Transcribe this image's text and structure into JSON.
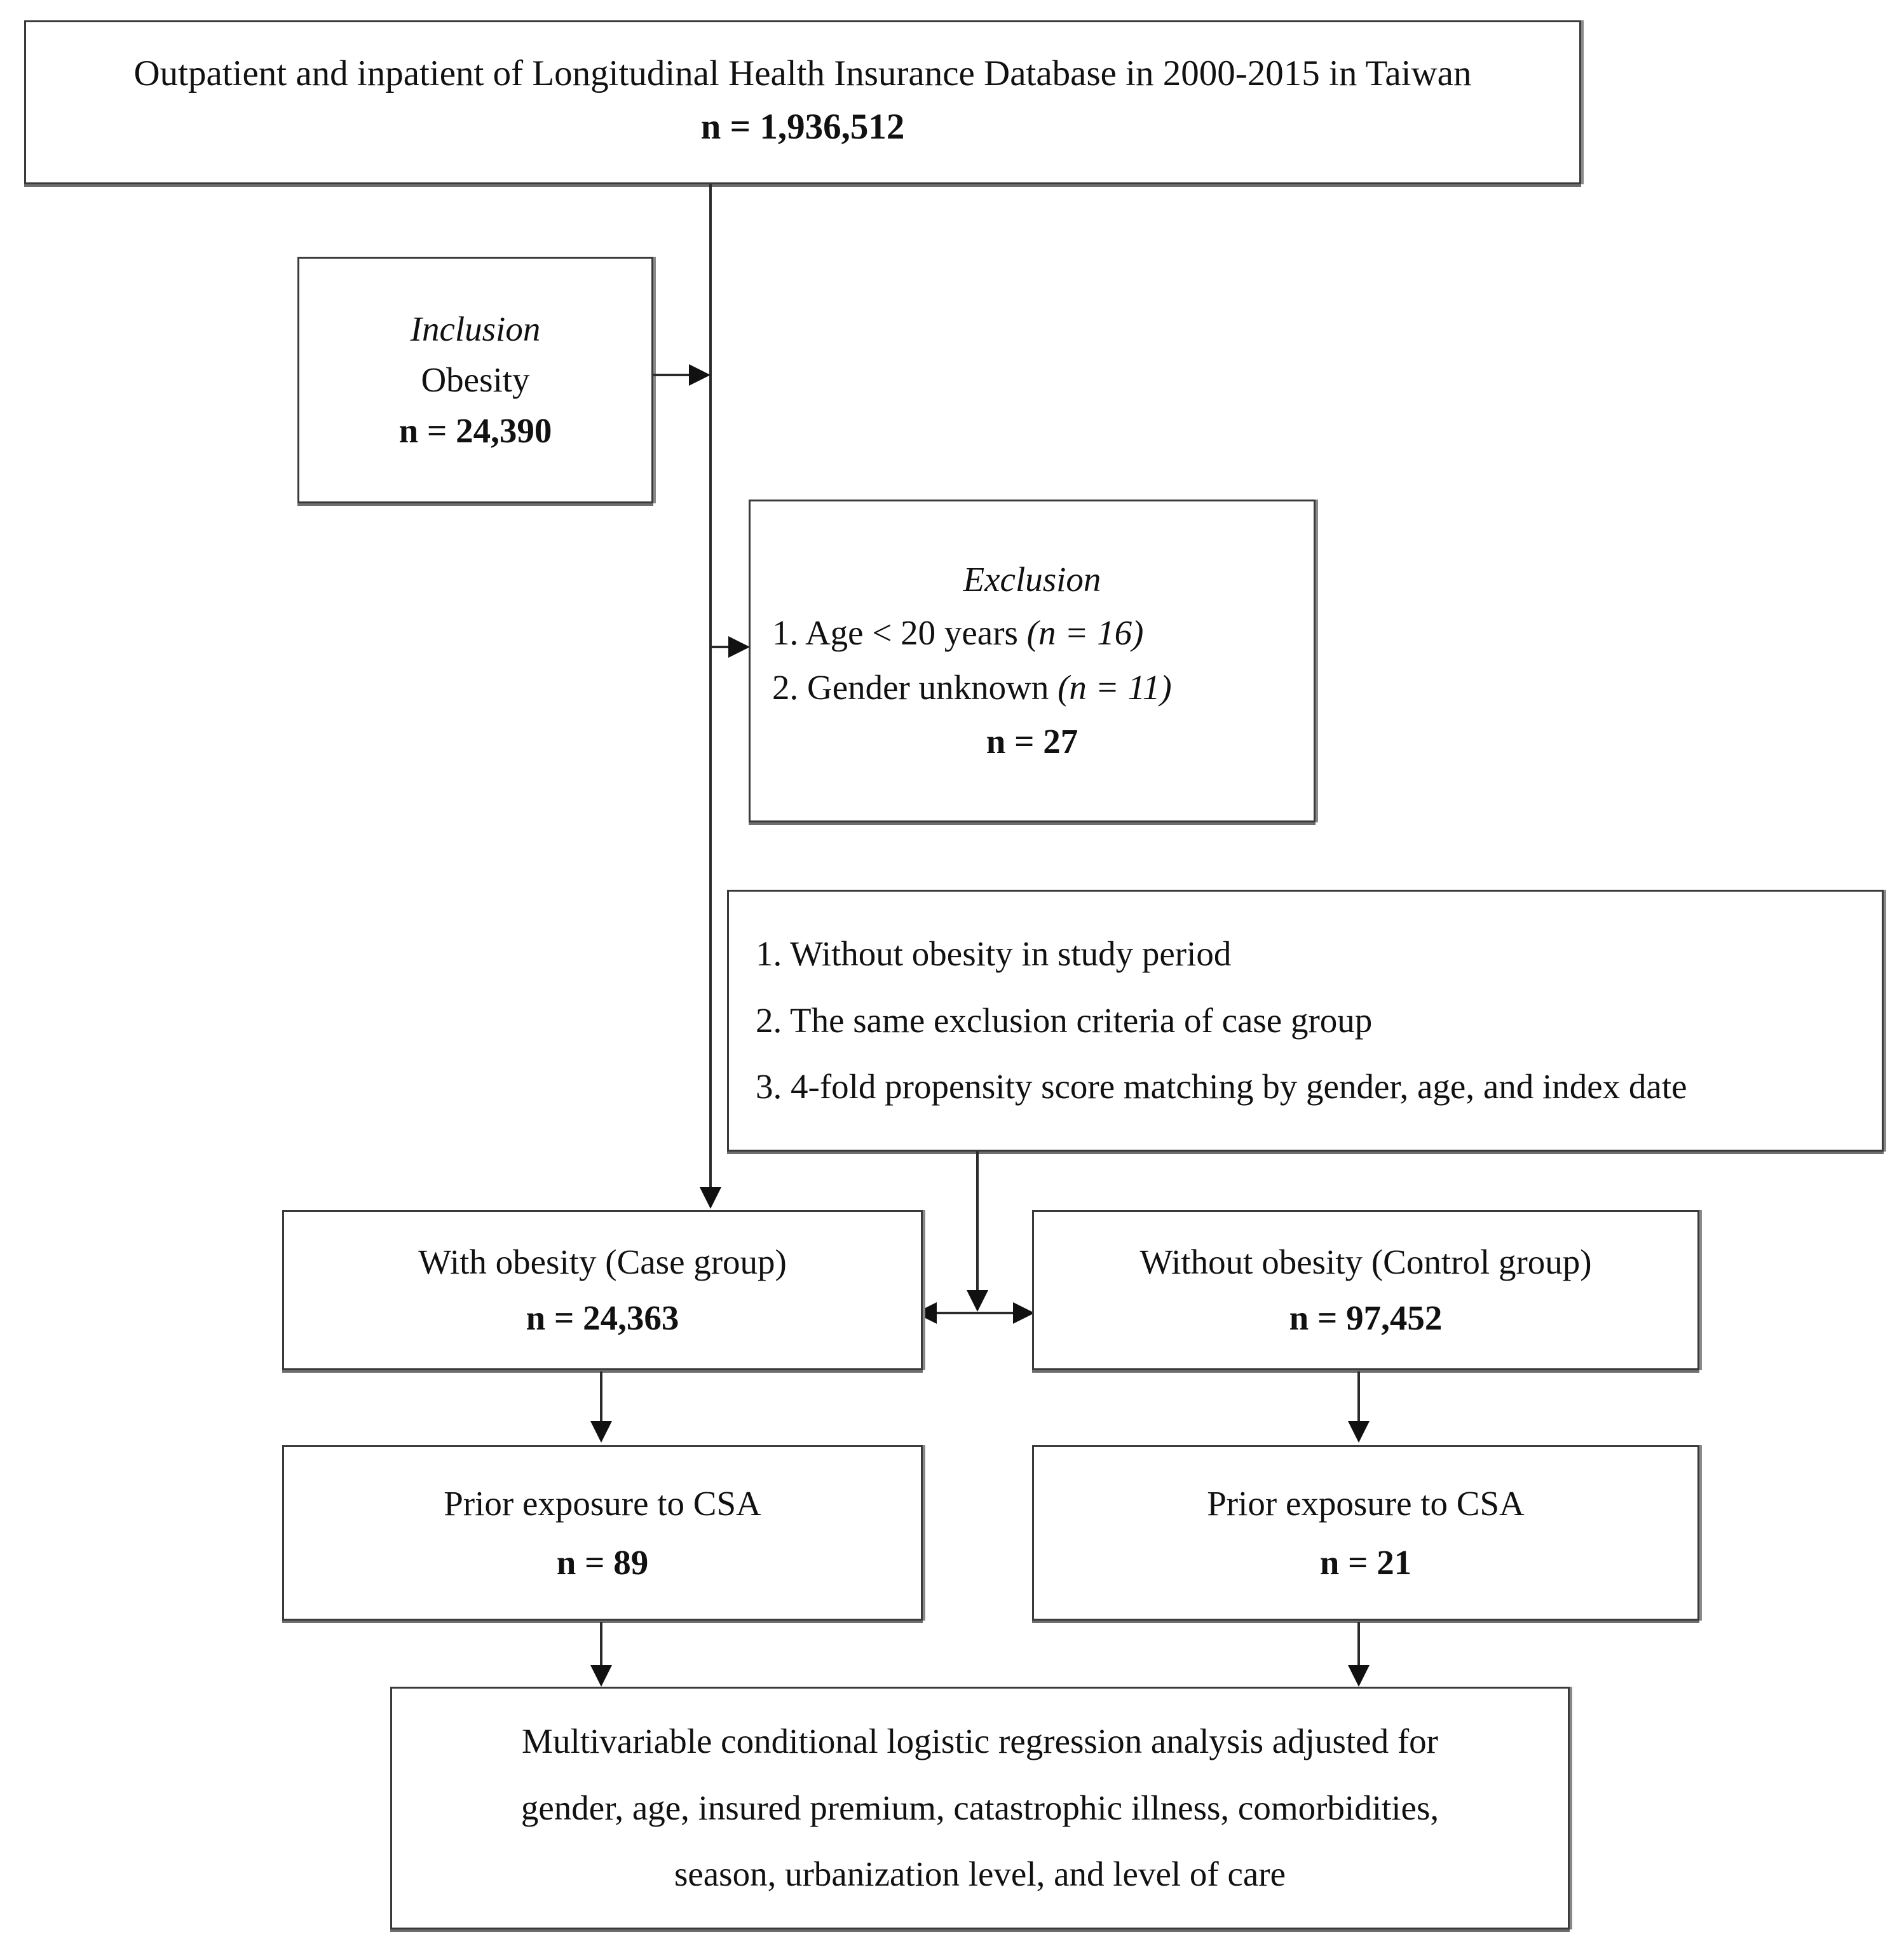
{
  "figure": {
    "type": "flowchart",
    "orientation": "top-down"
  },
  "nodes": {
    "source": {
      "line1": "Outpatient and inpatient of Longitudinal Health Insurance Database in 2000-2015 in Taiwan",
      "line2": "n = 1,936,512"
    },
    "inclusion": {
      "heading": "Inclusion",
      "line1": "Obesity",
      "line2": "n = 24,390"
    },
    "exclusion": {
      "heading": "Exclusion",
      "item1_text": "1. Age < 20 years",
      "item1_n": "(n = 16)",
      "item2_text": "2. Gender unknown",
      "item2_n": "(n = 11)",
      "total": "n = 27"
    },
    "control_criteria": {
      "item1": "1. Without obesity in study period",
      "item2": "2. The same exclusion criteria of case group",
      "item3": "3. 4-fold propensity score matching by gender, age, and index date"
    },
    "case_group": {
      "label": "With obesity (Case group)",
      "count": "n = 24,363"
    },
    "control_group": {
      "label": "Without obesity (Control group)",
      "count": "n = 97,452"
    },
    "case_exposure": {
      "label": "Prior exposure to CSA",
      "count": "n = 89"
    },
    "control_exposure": {
      "label": "Prior exposure to CSA",
      "count": "n = 21"
    },
    "analysis": {
      "line1": "Multivariable conditional logistic regression analysis adjusted for",
      "line2": "gender, age, insured premium, catastrophic illness, comorbidities,",
      "line3": "season, urbanization level, and level of care"
    }
  },
  "colors": {
    "box_border": "#3a3a3a",
    "connector": "#2b2b2b",
    "background": "#ffffff",
    "text": "#111111"
  }
}
